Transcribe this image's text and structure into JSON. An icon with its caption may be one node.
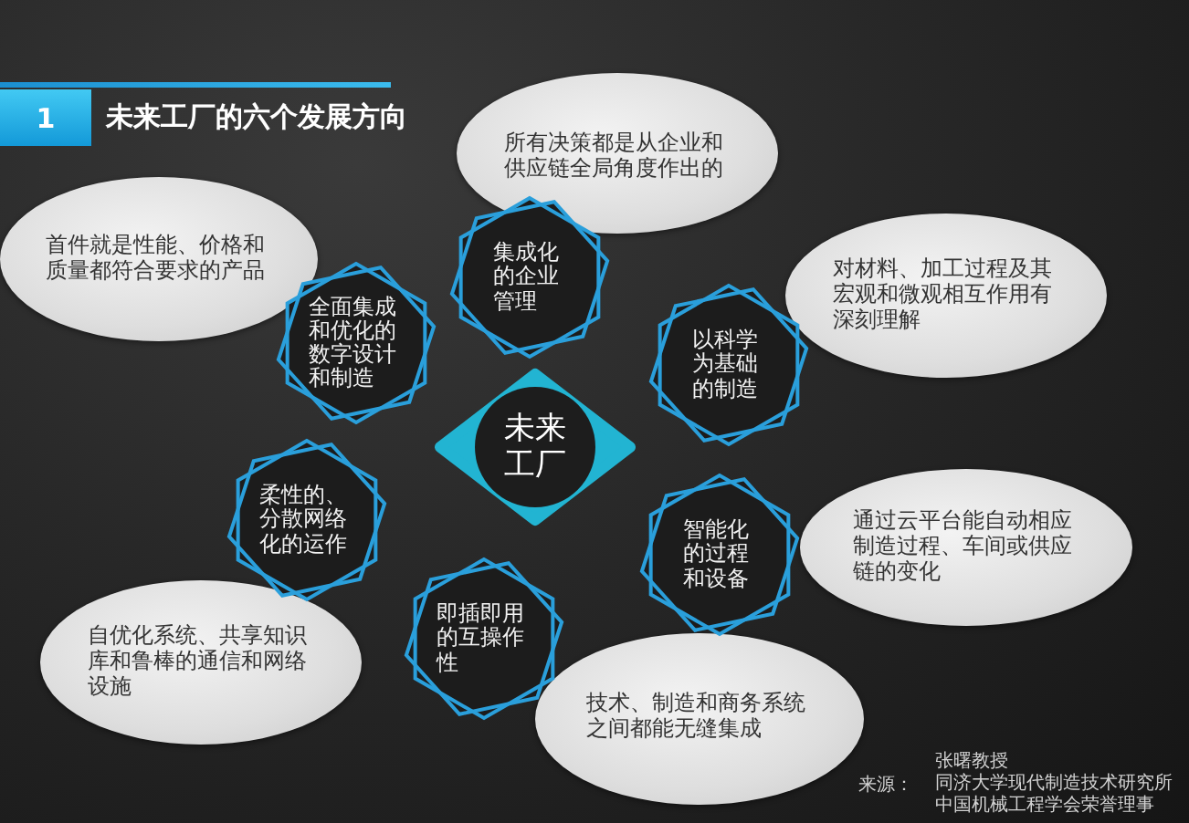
{
  "diagram": {
    "title": "未来工厂的六个发展方向",
    "nodes": [
      {
        "text": [
          "所有决策都是从企业和供应链全局角度作出的"
        ]
      },
      {
        "text": [
          "首件就是性能、价格和质量都符合要求的产品"
        ]
      },
      {
        "text": [
          "集成化的企业管理"
        ]
      },
      {
        "text": [
          "对材料、加工过程及其宏观和微观相互作用有深刻理解"
        ]
      },
      {
        "text": [
          "全面集成和优化的数字设计和制造"
        ]
      },
      {
        "text": [
          "以科学为基础的制造"
        ]
      },
      {
        "text": [
          "未来工厂"
        ]
      },
      {
        "text": [
          "柔性的、分散网络化的运作"
        ]
      },
      {
        "text": [
          "通过云平台能自动相应制造过程、车间或供应链的变化"
        ]
      },
      {
        "text": [
          "智能化的过程和设备"
        ]
      },
      {
        "text": [
          "即插即用的互操作性"
        ]
      },
      {
        "text": [
          "自优化系统、共享知识库和鲁棒的通信和网络设施"
        ]
      },
      {
        "text": [
          "技术、制造和商务系统之间都能无缝集成"
        ]
      }
    ],
    "labels": [
      "1",
      "来源：",
      "张曙教授",
      "同济大学现代制造技术研究所",
      "中国机械工程学会荣誉理事"
    ]
  }
}
